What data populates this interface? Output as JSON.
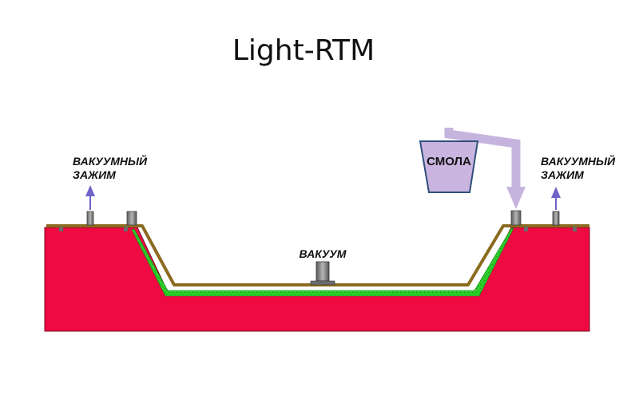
{
  "title": "Light-RTM",
  "labels": {
    "vacuum_clamp_left_line1": "ВАКУУМНЫЙ",
    "vacuum_clamp_left_line2": "ЗАЖИМ",
    "vacuum_clamp_right_line1": "ВАКУУМНЫЙ",
    "vacuum_clamp_right_line2": "ЗАЖИМ",
    "vacuum": "ВАКУУМ",
    "resin": "СМОЛА"
  },
  "icons": {
    "mold": "mold-body",
    "fiber": "fiber-preform-layer",
    "counter_mold": "counter-mold-layer",
    "bucket": "resin-bucket",
    "arrow": "flow-arrow",
    "port": "port-fitting"
  },
  "colors": {
    "mold": "#ef0a42",
    "fiber": "#2dd12a",
    "fiber_dots": "#1f8f1c",
    "counter_mold": "#8b6b1f",
    "bucket_fill": "#c9b5e0",
    "bucket_stroke": "#2f4f7a",
    "resin_pipe": "#c6b4de",
    "vacuum_arrow": "#6f63c9",
    "port": "#707070",
    "background": "#ffffff"
  }
}
